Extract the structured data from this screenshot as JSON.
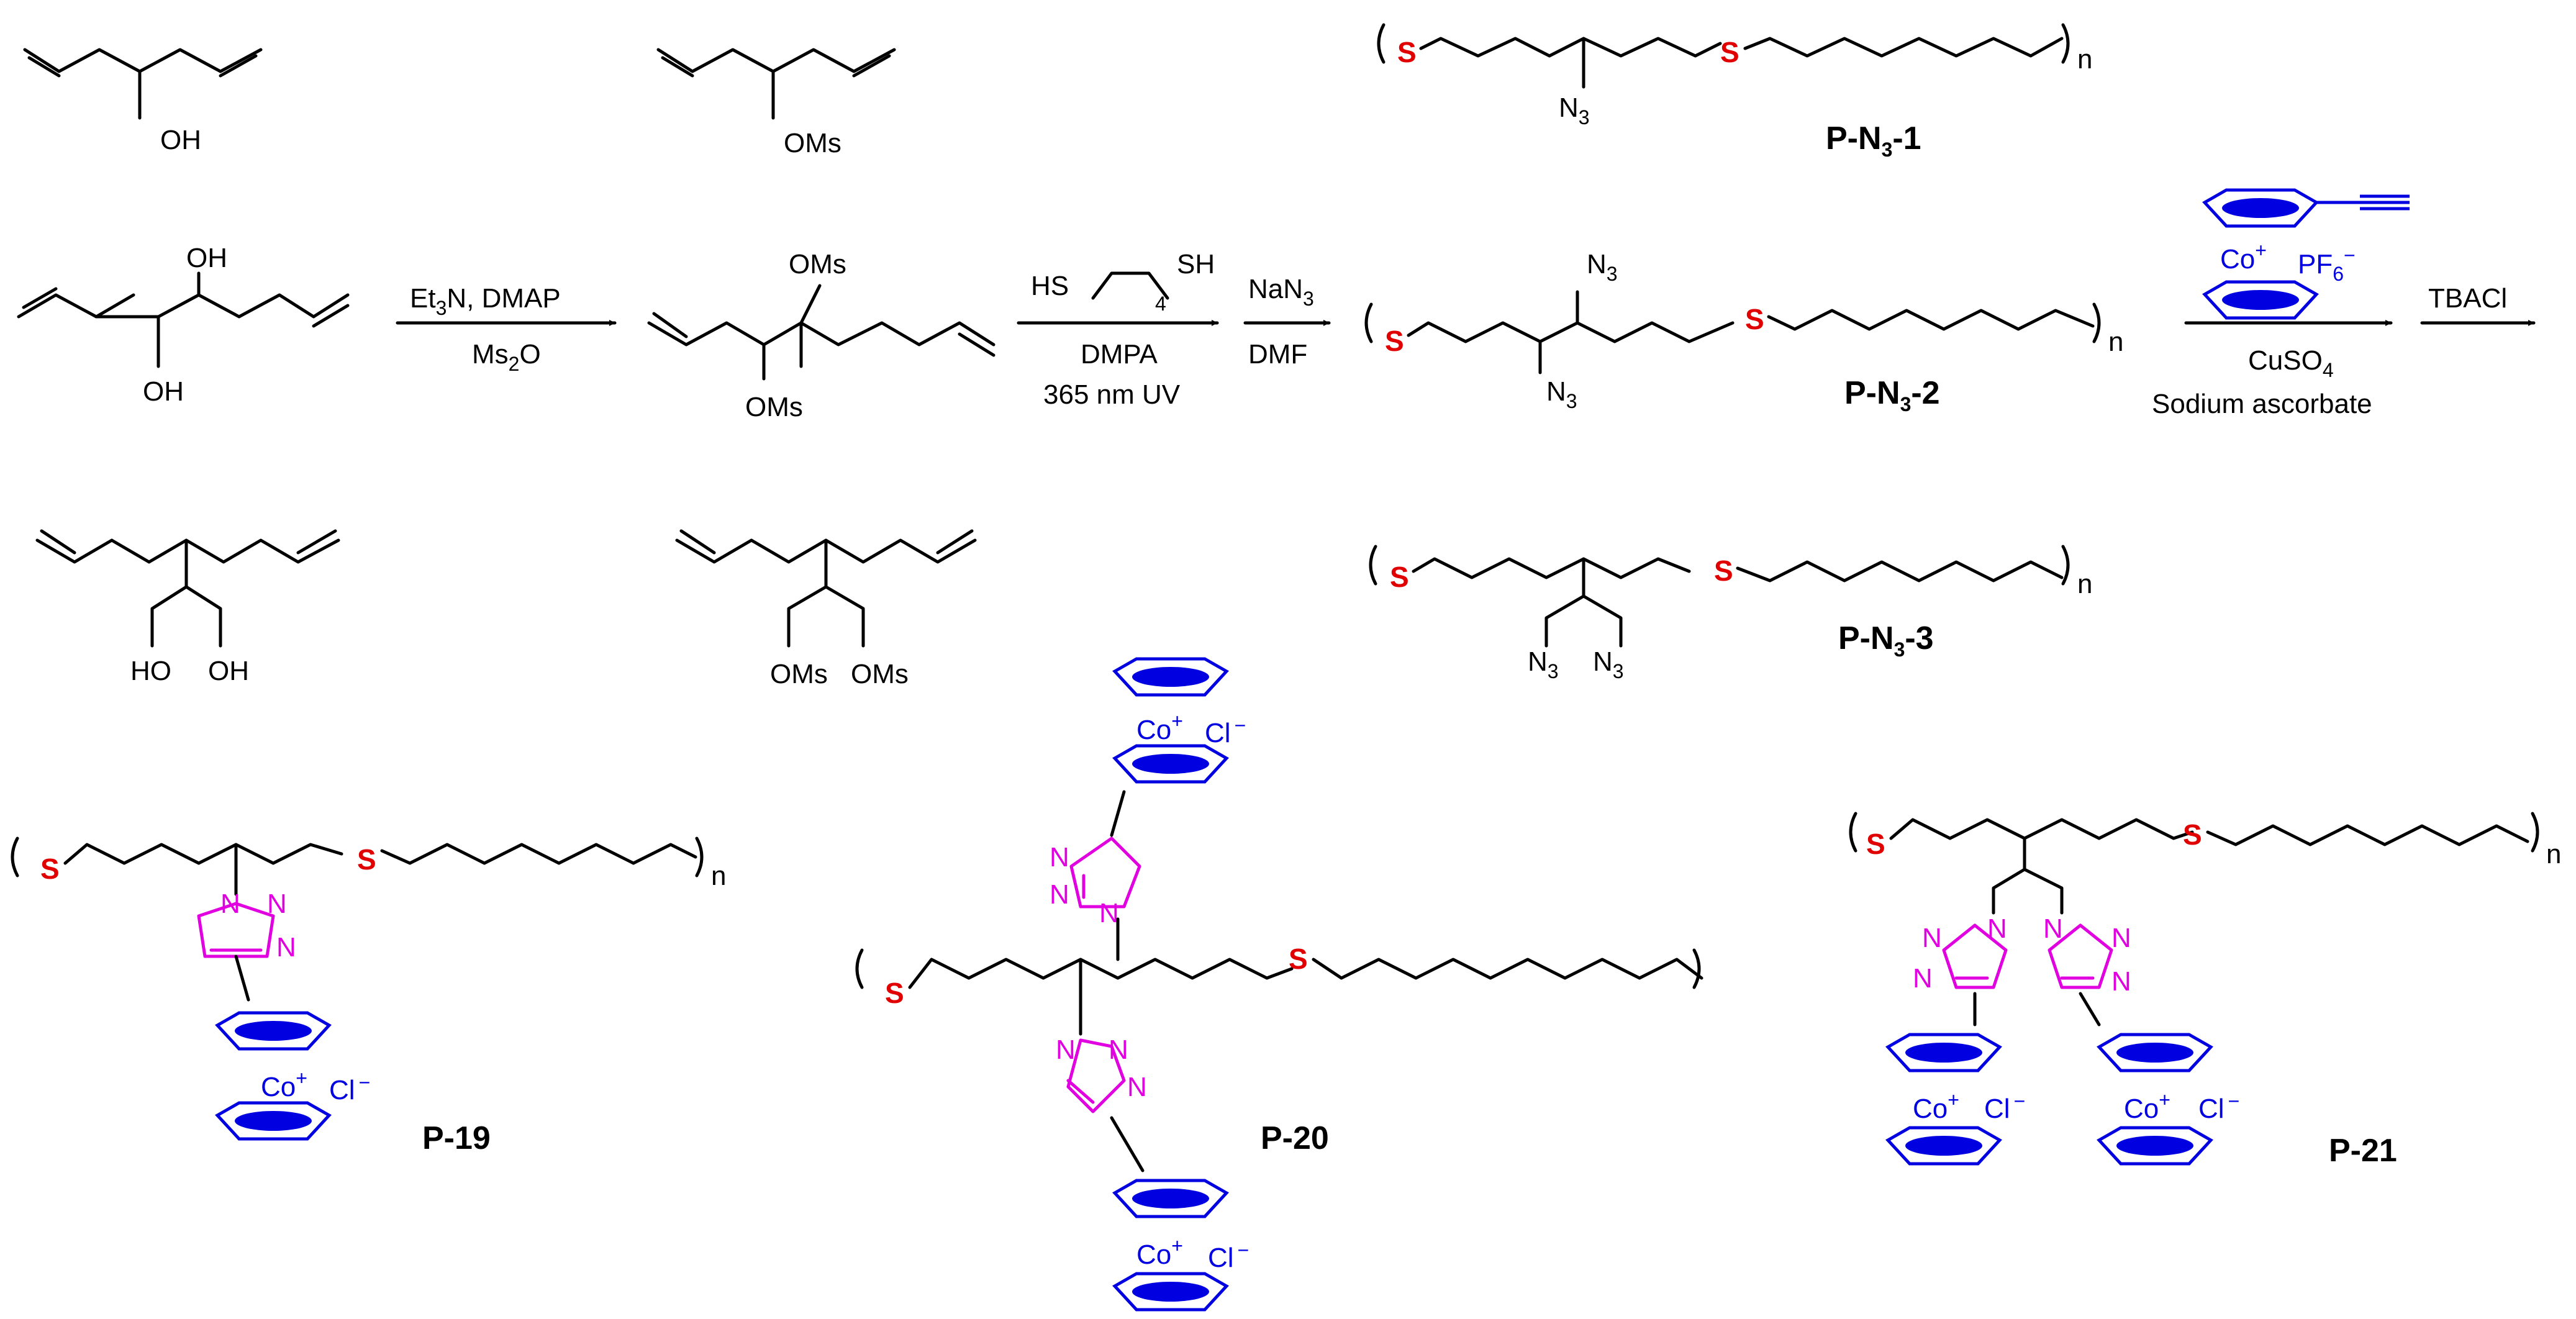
{
  "labels": {
    "oh": "OH",
    "ho": "HO",
    "oms": "OMs",
    "n": "n",
    "s": "S",
    "n_atom": "N",
    "n3_main": "N",
    "n3_sub": "3",
    "co": "Co",
    "plus": "+",
    "cl": "Cl",
    "minus": "−",
    "pf6": "PF",
    "six": "6",
    "minus_small": "−"
  },
  "reagents": {
    "step1": {
      "line1_a": "Et",
      "line1_sub": "3",
      "line1_b": "N, DMAP",
      "line2_a": "Ms",
      "line2_sub": "2",
      "line2_b": "O"
    },
    "step2": {
      "hs_left": "HS",
      "hs_right": "SH",
      "repeat": "4",
      "line2": "DMPA",
      "line3": "365 nm UV"
    },
    "step3": {
      "line1_a": "NaN",
      "line1_sub": "3",
      "line2": "DMF"
    },
    "step4": {
      "line1_a": "CuSO",
      "line1_sub": "4",
      "line2": "Sodium ascorbate"
    },
    "step5": {
      "line1": "TBACl"
    }
  },
  "titles": {
    "pn31": {
      "a": "P-N",
      "sub": "3",
      "b": "-1"
    },
    "pn32": {
      "a": "P-N",
      "sub": "3",
      "b": "-2"
    },
    "pn33": {
      "a": "P-N",
      "sub": "3",
      "b": "-3"
    },
    "p19": "P-19",
    "p20": "P-20",
    "p21": "P-21"
  },
  "colors": {
    "sulfur": "#e00000",
    "triazole": "#e000e0",
    "cobaltocenium": "#0000e0",
    "bond": "#000000"
  }
}
